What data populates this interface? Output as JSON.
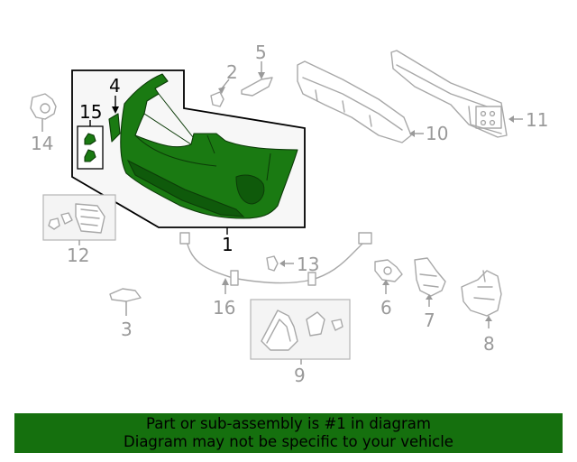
{
  "diagram": {
    "highlight_color": "#1a7a12",
    "callouts": {
      "c1": "1",
      "c2": "2",
      "c3": "3",
      "c4": "4",
      "c5": "5",
      "c6": "6",
      "c7": "7",
      "c8": "8",
      "c9": "9",
      "c10": "10",
      "c11": "11",
      "c12": "12",
      "c13": "13",
      "c14": "14",
      "c15": "15",
      "c16": "16"
    }
  },
  "banner": {
    "line1": "Part or sub-assembly is #1 in diagram",
    "line2": "Diagram may not be specific to your vehicle",
    "color": "#15700e"
  }
}
